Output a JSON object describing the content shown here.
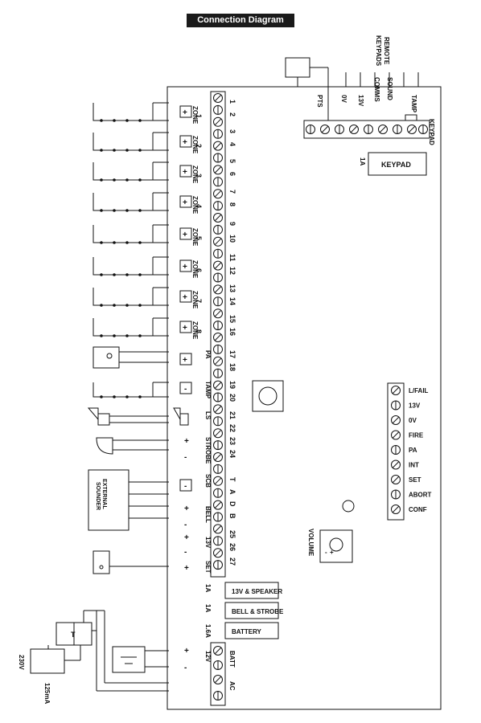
{
  "header": {
    "title": "Connection Diagram"
  },
  "top_labels": {
    "remote_keypads": "REMOTE KEYPADS",
    "comms": "COMMS",
    "pts": "PTS",
    "zero_v": "0V",
    "thirteen_v": "13V",
    "sound": "SOUND",
    "tamp": "TAMP",
    "keypad": "KEYPAD"
  },
  "keypad_box": {
    "fuse": "1A",
    "label": "KEYPAD"
  },
  "zones": [
    {
      "label": "ZONE",
      "num": "1",
      "t1": "1",
      "t2": "2"
    },
    {
      "label": "ZONE",
      "num": "2",
      "t1": "3",
      "t2": "4"
    },
    {
      "label": "ZONE",
      "num": "3",
      "t1": "5",
      "t2": "6"
    },
    {
      "label": "ZONE",
      "num": "4",
      "t1": "7",
      "t2": "8"
    },
    {
      "label": "ZONE",
      "num": "5",
      "t1": "9",
      "t2": "10"
    },
    {
      "label": "ZONE",
      "num": "6",
      "t1": "11",
      "t2": "12"
    },
    {
      "label": "ZONE",
      "num": "7",
      "t1": "13",
      "t2": "14"
    },
    {
      "label": "ZONE",
      "num": "8",
      "t1": "15",
      "t2": "16"
    }
  ],
  "aux_terminals": [
    {
      "label": "PA",
      "t1": "17",
      "t2": "18"
    },
    {
      "label": "TAMP",
      "t1": "19",
      "t2": "20"
    },
    {
      "label": "LS",
      "t1": "21",
      "t2": "22"
    },
    {
      "label": "STROBE",
      "t1": "23",
      "t2": "24"
    }
  ],
  "bell_block": {
    "scb": "SCB",
    "bell": "BELL",
    "terminals": [
      "T",
      "A",
      "D",
      "B"
    ],
    "plus": "+",
    "minus": "-"
  },
  "out_13v": {
    "label": "13V",
    "t1": "25",
    "t2": "26"
  },
  "set_out": {
    "label": "SET",
    "t": "27"
  },
  "external_sounder": "EXTERNAL SOUNDER",
  "fuses": [
    {
      "rating": "1A",
      "label": "13V & SPEAKER"
    },
    {
      "rating": "1A",
      "label": "BELL & STROBE"
    },
    {
      "rating": "1.6A",
      "label": "BATTERY"
    }
  ],
  "batt": {
    "label": "BATT",
    "voltage": "12V",
    "plus": "+",
    "minus": "-"
  },
  "ac_label": "AC",
  "mains": {
    "voltage": "230V",
    "fuse": "125mA",
    "transformer": "T"
  },
  "volume_label": "VOLUME",
  "outputs": [
    "L/FAIL",
    "13V",
    "0V",
    "FIRE",
    "PA",
    "INT",
    "SET",
    "ABORT",
    "CONF"
  ],
  "symbols": {
    "plus": "+",
    "minus": "-"
  }
}
